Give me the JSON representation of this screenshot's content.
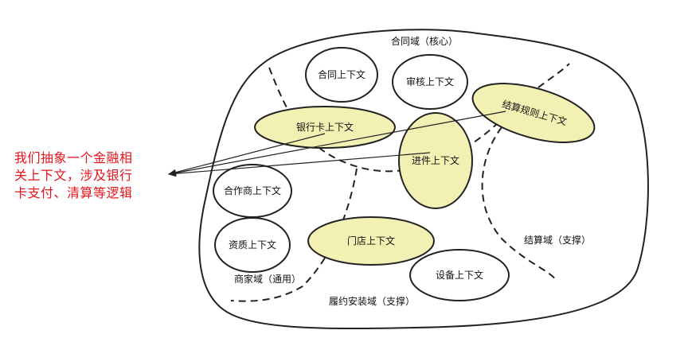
{
  "colors": {
    "highlight_fill": "#f3f0b3",
    "stroke": "#222222",
    "note_text": "#e3141b"
  },
  "domains": {
    "contract": "合同域（核心）",
    "settlement": "结算域（支撑）",
    "merchant": "商家域（通用）",
    "installation": "履约安装域（支撑）"
  },
  "contexts": {
    "contract_ctx": "合同上下文",
    "review_ctx": "审核上下文",
    "bank_card_ctx": "银行卡上下文",
    "settlement_rule_ctx": "结算规则上下文",
    "progress_ctx": "进件上下文",
    "partner_ctx": "合作商上下文",
    "qualification_ctx": "资质上下文",
    "store_ctx": "门店上下文",
    "device_ctx": "设备上下文"
  },
  "note": {
    "lines": [
      "我们抽象一个金融相",
      "关上下文，涉及银行",
      "卡支付、清算等逻辑"
    ]
  }
}
